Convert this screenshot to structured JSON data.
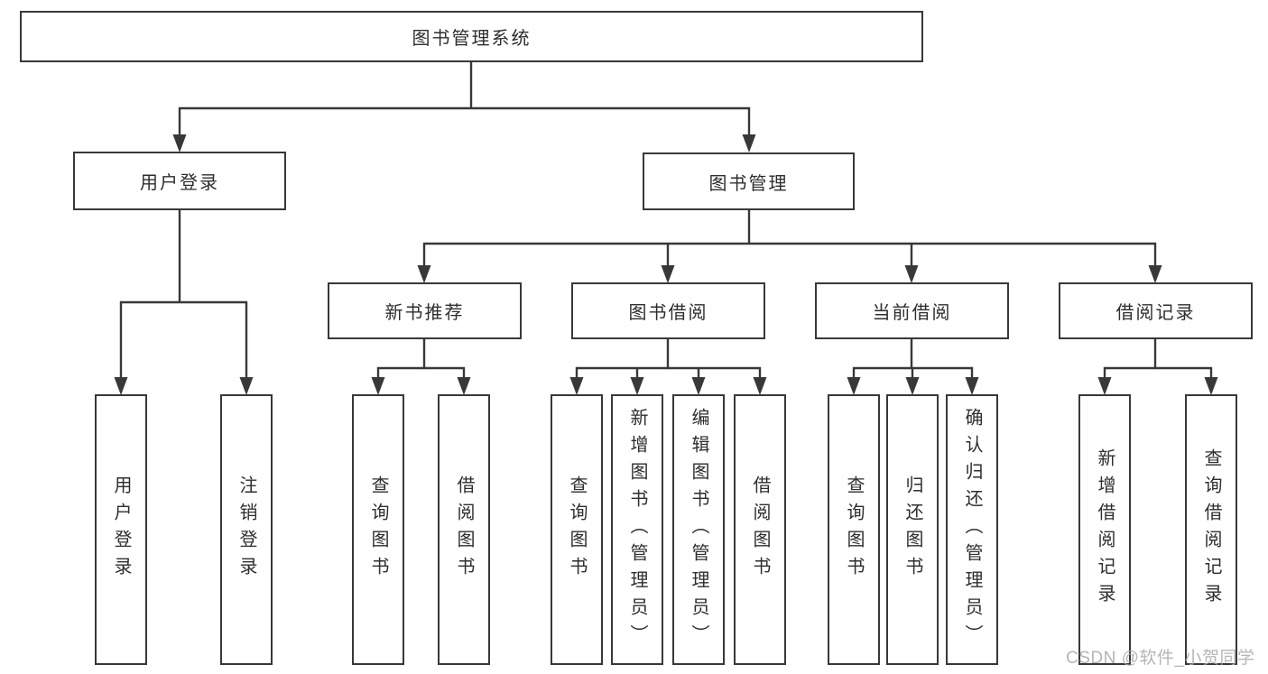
{
  "tree": {
    "label": "图书管理系统",
    "children": [
      {
        "label": "用户登录",
        "children": [
          {
            "label": "用户登录"
          },
          {
            "label": "注销登录"
          }
        ]
      },
      {
        "label": "图书管理",
        "children": [
          {
            "label": "新书推荐",
            "children": [
              {
                "label": "查询图书"
              },
              {
                "label": "借阅图书"
              }
            ]
          },
          {
            "label": "图书借阅",
            "children": [
              {
                "label": "查询图书"
              },
              {
                "label": "新增图书（管理员）"
              },
              {
                "label": "编辑图书（管理员）"
              },
              {
                "label": "借阅图书"
              }
            ]
          },
          {
            "label": "当前借阅",
            "children": [
              {
                "label": "查询图书"
              },
              {
                "label": "归还图书"
              },
              {
                "label": "确认归还（管理员）"
              }
            ]
          },
          {
            "label": "借阅记录",
            "children": [
              {
                "label": "新增借阅记录"
              },
              {
                "label": "查询借阅记录"
              }
            ]
          }
        ]
      }
    ]
  },
  "watermark": "CSDN @软件_小贺同学",
  "colors": {
    "line": "#383838",
    "box_border": "#383838",
    "text": "#2e2e2e",
    "watermark": "#a8a8aa",
    "background": "#ffffff"
  }
}
